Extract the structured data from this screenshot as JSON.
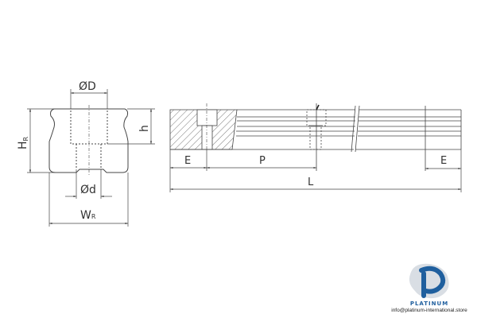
{
  "drawing": {
    "cross_section": {
      "labels": {
        "outer_diameter": "ØD",
        "inner_diameter": "Ød",
        "height_main": "H",
        "height_sub": "R",
        "width_main": "W",
        "width_sub": "R",
        "counterbore_depth": "h"
      }
    },
    "front_view": {
      "labels": {
        "end_left": "E",
        "pitch": "P",
        "end_right": "E",
        "length": "L"
      }
    }
  },
  "branding": {
    "logo_icon": "platinum-p-logo",
    "brand_name": "PLATINUM",
    "email": "info@platinum-international.store",
    "colors": {
      "primary": "#1f5f9e",
      "secondary": "#9aa6b2"
    }
  }
}
